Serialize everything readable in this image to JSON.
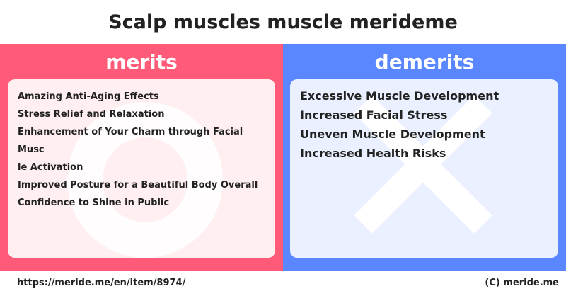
{
  "title": "Scalp muscles muscle merideme",
  "merits": {
    "header": "merits",
    "items": [
      "Amazing Anti-Aging Effects",
      "Stress Relief and Relaxation",
      "Enhancement of Your Charm through Facial Musc",
      "le Activation",
      "Improved Posture for a Beautiful Body Overall",
      "Confidence to Shine in Public"
    ],
    "color": "#ff5a78",
    "card_color": "#ffeff1",
    "decoration_icon": "circle-icon"
  },
  "demerits": {
    "header": "demerits",
    "items": [
      "Excessive Muscle Development",
      "Increased Facial Stress",
      "Uneven Muscle Development",
      "Increased Health Risks"
    ],
    "color": "#5a87ff",
    "card_color": "#eaf0ff",
    "decoration_icon": "cross-icon"
  },
  "footer": {
    "url": "https://meride.me/en/item/8974/",
    "copyright": "(C) meride.me"
  }
}
